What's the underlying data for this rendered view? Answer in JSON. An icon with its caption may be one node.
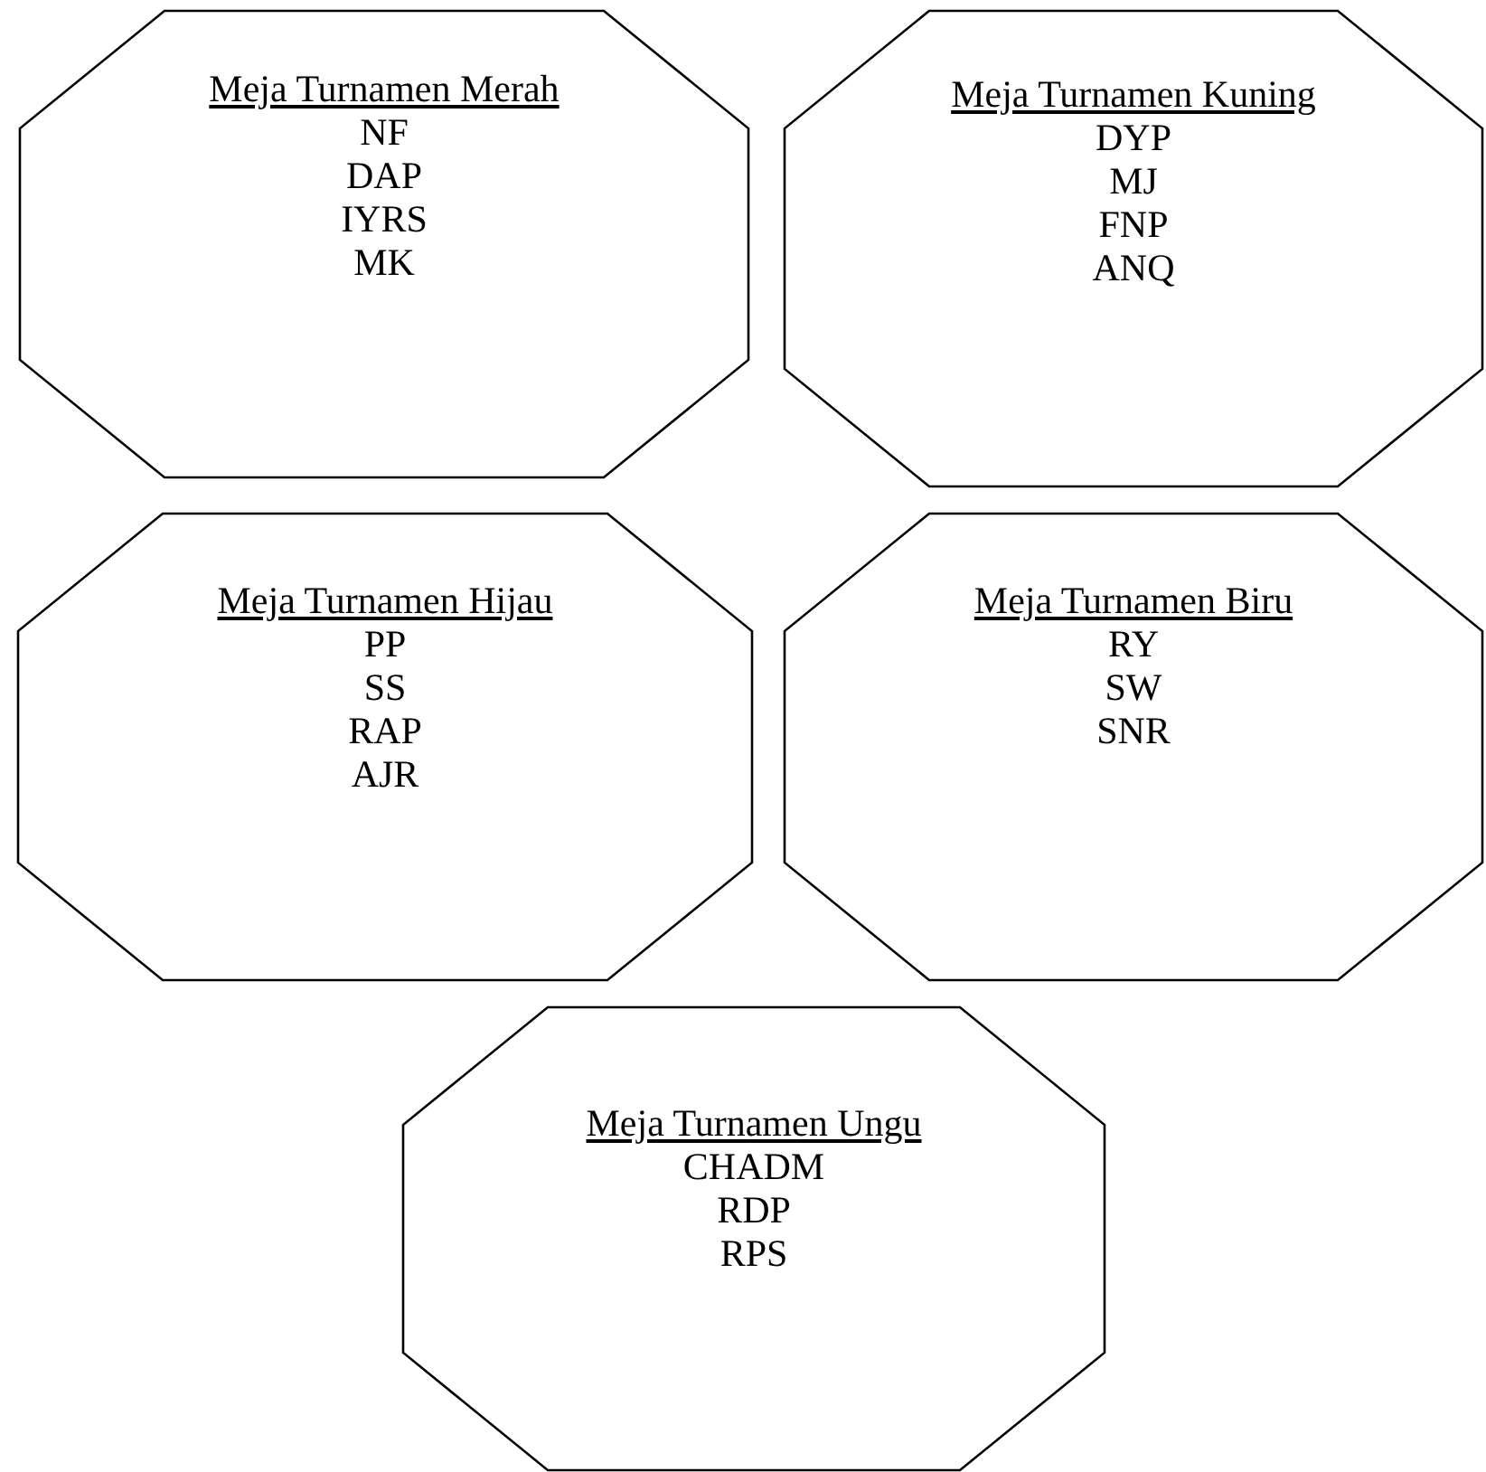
{
  "diagram": {
    "nodes": [
      {
        "text": [
          "Meja Turnamen Merah",
          "NF",
          "DAP",
          "IYRS",
          "MK"
        ]
      },
      {
        "text": [
          "Meja Turnamen Kuning",
          "DYP",
          "MJ",
          "FNP",
          "ANQ"
        ]
      },
      {
        "text": [
          "Meja Turnamen Hijau",
          "PP",
          "SS",
          "RAP",
          "AJR"
        ]
      },
      {
        "text": [
          "Meja Turnamen Biru",
          "RY",
          "SW",
          "SNR"
        ]
      },
      {
        "text": [
          "Meja Turnamen Ungu",
          "CHADM",
          "RDP",
          "RPS"
        ]
      }
    ]
  }
}
